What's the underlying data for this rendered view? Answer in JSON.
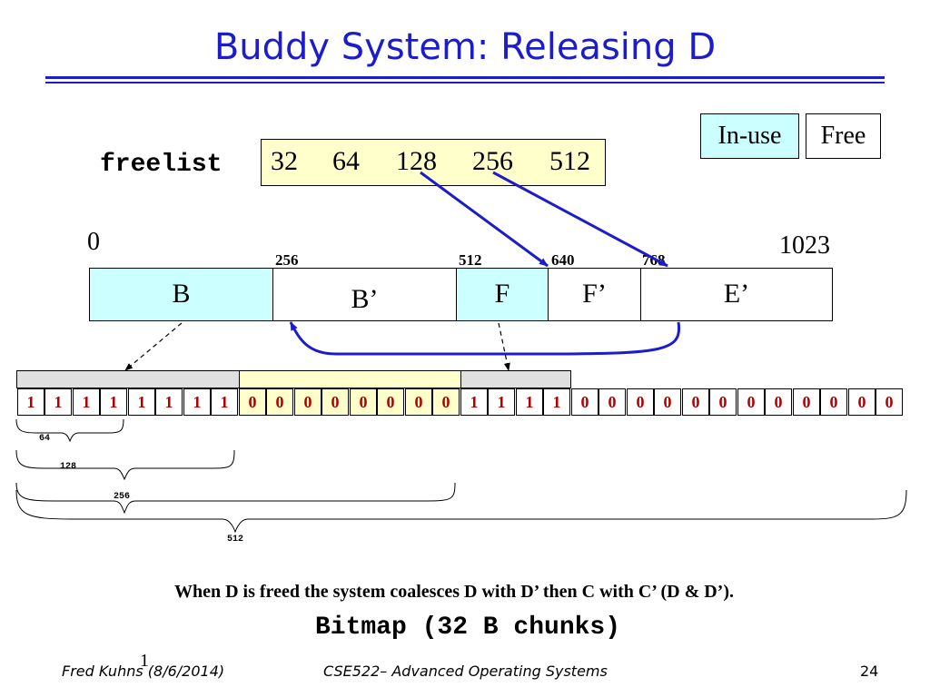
{
  "title": "Buddy System: Releasing D",
  "legend": {
    "in_use": "In-use",
    "free": "Free"
  },
  "colors": {
    "in_use": "#ccffff",
    "free": "#ffffff",
    "freelist_bg": "#ffffcc",
    "title": "#1c1ccc",
    "bits": "#b00000",
    "arrows": "#1c1ccc"
  },
  "freelist": {
    "label": "freelist",
    "values": [
      "32",
      "64",
      "128",
      "256",
      "512"
    ]
  },
  "memory": {
    "start_label": "0",
    "end_label": "1023",
    "addresses": [
      "256",
      "512",
      "640",
      "768"
    ],
    "segments": [
      {
        "label": "B",
        "state": "in_use"
      },
      {
        "label": "B’",
        "state": "free"
      },
      {
        "label": "F",
        "state": "in_use"
      },
      {
        "label": "F’",
        "state": "free"
      },
      {
        "label": "E’",
        "state": "free"
      }
    ]
  },
  "bitmap": {
    "bits": [
      "1",
      "1",
      "1",
      "1",
      "1",
      "1",
      "1",
      "1",
      "0",
      "0",
      "0",
      "0",
      "0",
      "0",
      "0",
      "0",
      "1",
      "1",
      "1",
      "1",
      "0",
      "0",
      "0",
      "0",
      "0",
      "0",
      "0",
      "0",
      "0",
      "0",
      "0",
      "0"
    ],
    "brace_labels": [
      "64",
      "128",
      "256",
      "512"
    ],
    "label": "Bitmap (32 B chunks)"
  },
  "caption": "When D is freed the system coalesces D with D’ then C with C’ (D & D’).",
  "stray_mark": "1",
  "footer": {
    "author": "Fred Kuhns (8/6/2014)",
    "course": "CSE522– Advanced Operating Systems",
    "page": "24"
  }
}
